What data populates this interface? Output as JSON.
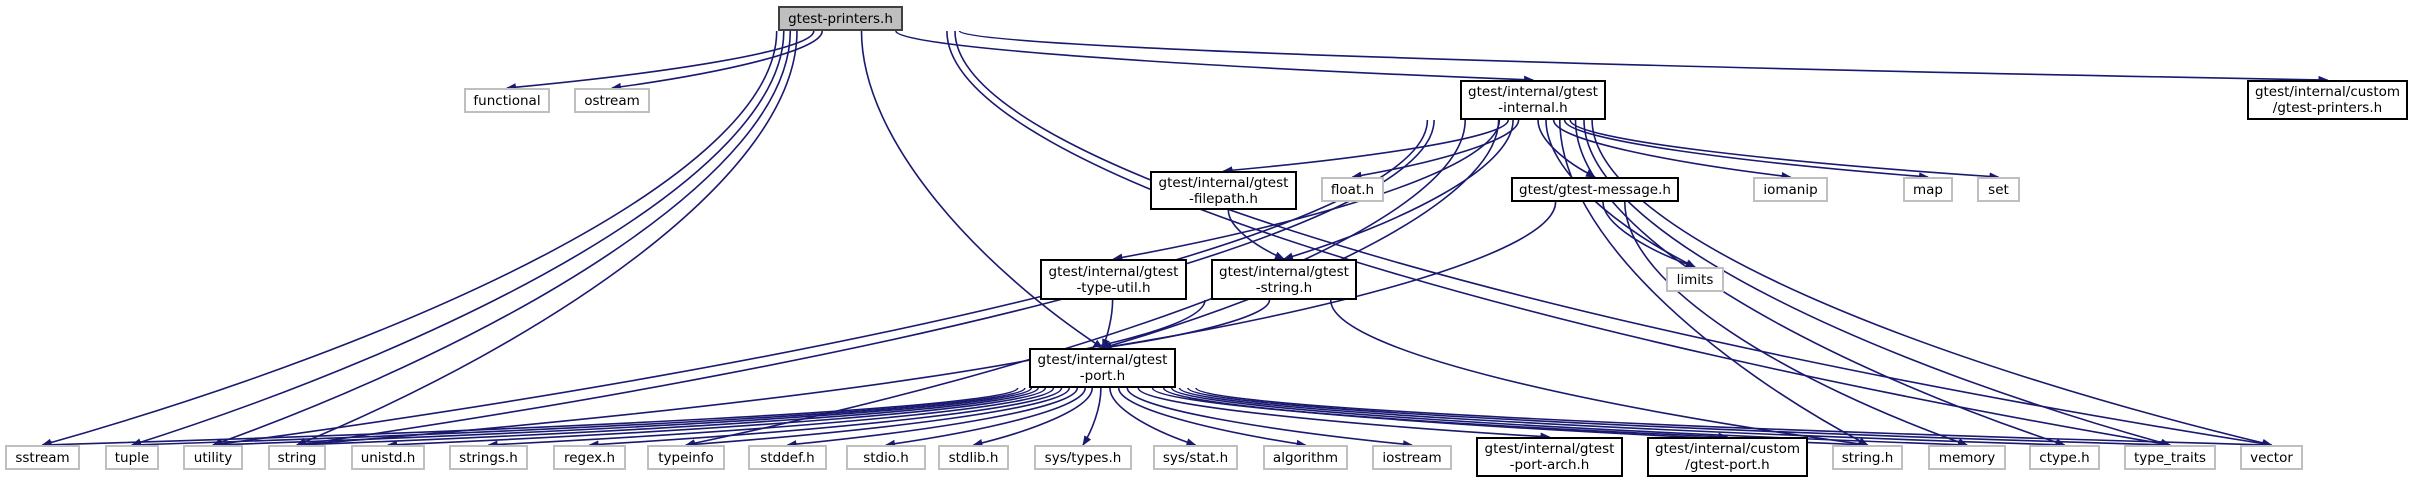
{
  "graph": {
    "title": "gtest-printers.h include dependency graph",
    "edge_color": "#191970",
    "root_fill": "#bfbfbf",
    "nodes": {
      "printers": {
        "label": "gtest-printers.h",
        "kind": "root"
      },
      "functional": {
        "label": "functional",
        "kind": "ext"
      },
      "ostream": {
        "label": "ostream",
        "kind": "ext"
      },
      "internal": {
        "label": "gtest/internal/gtest\n-internal.h",
        "kind": "doc"
      },
      "customprint": {
        "label": "gtest/internal/custom\n/gtest-printers.h",
        "kind": "doc"
      },
      "filepath": {
        "label": "gtest/internal/gtest\n-filepath.h",
        "kind": "doc"
      },
      "float": {
        "label": "float.h",
        "kind": "ext"
      },
      "message": {
        "label": "gtest/gtest-message.h",
        "kind": "doc"
      },
      "iomanip": {
        "label": "iomanip",
        "kind": "ext"
      },
      "map": {
        "label": "map",
        "kind": "ext"
      },
      "set": {
        "label": "set",
        "kind": "ext"
      },
      "typeutil": {
        "label": "gtest/internal/gtest\n-type-util.h",
        "kind": "doc"
      },
      "gstring": {
        "label": "gtest/internal/gtest\n-string.h",
        "kind": "doc"
      },
      "limits": {
        "label": "limits",
        "kind": "ext"
      },
      "port": {
        "label": "gtest/internal/gtest\n-port.h",
        "kind": "doc"
      },
      "sstream": {
        "label": "sstream",
        "kind": "ext"
      },
      "tuple": {
        "label": "tuple",
        "kind": "ext"
      },
      "utility": {
        "label": "utility",
        "kind": "ext"
      },
      "string": {
        "label": "string",
        "kind": "ext"
      },
      "unistd": {
        "label": "unistd.h",
        "kind": "ext"
      },
      "strings": {
        "label": "strings.h",
        "kind": "ext"
      },
      "regex": {
        "label": "regex.h",
        "kind": "ext"
      },
      "typeinfo": {
        "label": "typeinfo",
        "kind": "ext"
      },
      "stddef": {
        "label": "stddef.h",
        "kind": "ext"
      },
      "stdio": {
        "label": "stdio.h",
        "kind": "ext"
      },
      "stdlib": {
        "label": "stdlib.h",
        "kind": "ext"
      },
      "systypes": {
        "label": "sys/types.h",
        "kind": "ext"
      },
      "sysstat": {
        "label": "sys/stat.h",
        "kind": "ext"
      },
      "algorithm": {
        "label": "algorithm",
        "kind": "ext"
      },
      "iostream": {
        "label": "iostream",
        "kind": "ext"
      },
      "portarch": {
        "label": "gtest/internal/gtest\n-port-arch.h",
        "kind": "doc"
      },
      "customport": {
        "label": "gtest/internal/custom\n/gtest-port.h",
        "kind": "doc"
      },
      "stringh": {
        "label": "string.h",
        "kind": "ext"
      },
      "memory": {
        "label": "memory",
        "kind": "ext"
      },
      "ctype": {
        "label": "ctype.h",
        "kind": "ext"
      },
      "typetraits": {
        "label": "type_traits",
        "kind": "ext"
      },
      "vector": {
        "label": "vector",
        "kind": "ext"
      }
    },
    "edges": [
      [
        "printers",
        "functional"
      ],
      [
        "printers",
        "ostream"
      ],
      [
        "printers",
        "internal"
      ],
      [
        "printers",
        "customprint"
      ],
      [
        "printers",
        "port"
      ],
      [
        "printers",
        "sstream"
      ],
      [
        "printers",
        "tuple"
      ],
      [
        "printers",
        "utility"
      ],
      [
        "printers",
        "string"
      ],
      [
        "printers",
        "typetraits"
      ],
      [
        "printers",
        "vector"
      ],
      [
        "internal",
        "filepath"
      ],
      [
        "internal",
        "float"
      ],
      [
        "internal",
        "message"
      ],
      [
        "internal",
        "iomanip"
      ],
      [
        "internal",
        "map"
      ],
      [
        "internal",
        "set"
      ],
      [
        "internal",
        "typeutil"
      ],
      [
        "internal",
        "gstring"
      ],
      [
        "internal",
        "limits"
      ],
      [
        "internal",
        "port"
      ],
      [
        "internal",
        "stringh"
      ],
      [
        "internal",
        "ctype"
      ],
      [
        "internal",
        "typetraits"
      ],
      [
        "internal",
        "vector"
      ],
      [
        "internal",
        "utility"
      ],
      [
        "internal",
        "typeinfo"
      ],
      [
        "internal",
        "string"
      ],
      [
        "filepath",
        "gstring"
      ],
      [
        "message",
        "limits"
      ],
      [
        "message",
        "port"
      ],
      [
        "message",
        "memory"
      ],
      [
        "typeutil",
        "port"
      ],
      [
        "gstring",
        "port"
      ],
      [
        "gstring",
        "stringh"
      ],
      [
        "gstring",
        "string"
      ],
      [
        "port",
        "sstream"
      ],
      [
        "port",
        "tuple"
      ],
      [
        "port",
        "utility"
      ],
      [
        "port",
        "string"
      ],
      [
        "port",
        "unistd"
      ],
      [
        "port",
        "strings"
      ],
      [
        "port",
        "regex"
      ],
      [
        "port",
        "typeinfo"
      ],
      [
        "port",
        "stddef"
      ],
      [
        "port",
        "stdio"
      ],
      [
        "port",
        "stdlib"
      ],
      [
        "port",
        "systypes"
      ],
      [
        "port",
        "sysstat"
      ],
      [
        "port",
        "algorithm"
      ],
      [
        "port",
        "iostream"
      ],
      [
        "port",
        "portarch"
      ],
      [
        "port",
        "customport"
      ],
      [
        "port",
        "stringh"
      ],
      [
        "port",
        "memory"
      ],
      [
        "port",
        "ctype"
      ],
      [
        "port",
        "typetraits"
      ],
      [
        "port",
        "vector"
      ]
    ]
  }
}
